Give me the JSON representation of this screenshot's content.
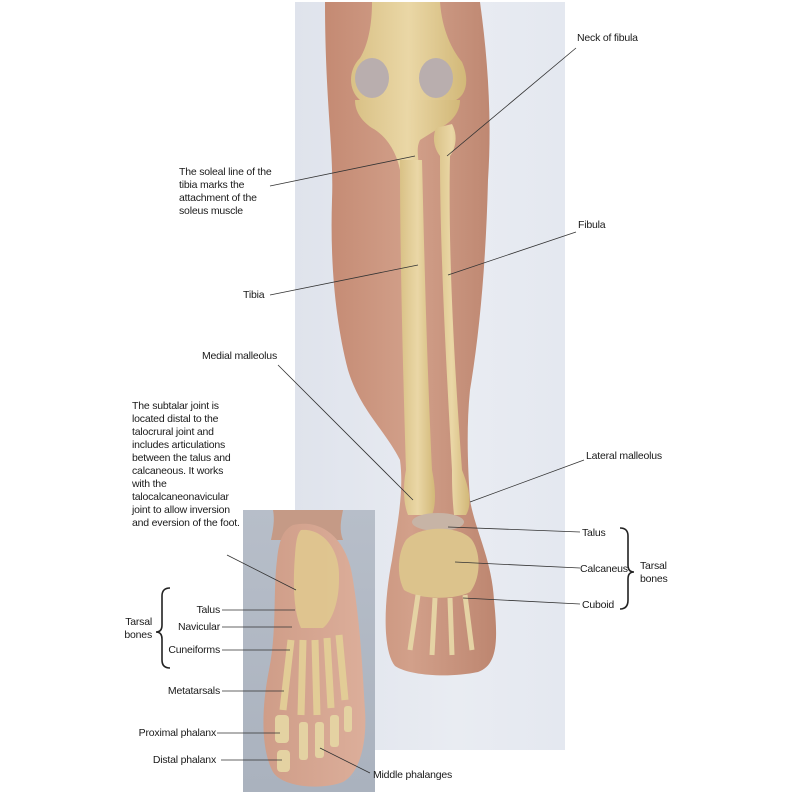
{
  "figure": {
    "panels": {
      "main": {
        "description": "posterior view of leg and ankle",
        "background": "#e6e9f0"
      },
      "inset": {
        "description": "plantar view of foot",
        "background": "#b2b9c5"
      }
    },
    "colors": {
      "bone": "#e3cf98",
      "bone_shade": "#c9b070",
      "skin": "#c9937c",
      "skin_light": "#dcb3a0",
      "cartilage": "#b8a8a8",
      "leader_line": "#333333",
      "text": "#1a1a1a"
    }
  },
  "labels": {
    "neck_of_fibula": "Neck of fibula",
    "soleal_line": "The soleal line of the tibia marks the attachment of the soleus muscle",
    "fibula": "Fibula",
    "tibia": "Tibia",
    "medial_malleolus": "Medial malleolus",
    "subtalar_note": "The subtalar joint is located distal to the talocrural joint and includes articulations between the talus and calcaneous. It works with the talocalcaneonavicular joint to allow inversion and eversion of the foot.",
    "lateral_malleolus": "Lateral malleolus",
    "talus_right": "Talus",
    "calcaneus": "Calcaneus",
    "cuboid": "Cuboid",
    "tarsal_bones_right": "Tarsal bones",
    "tarsal_bones_left": "Tarsal bones",
    "talus_left": "Talus",
    "navicular": "Navicular",
    "cuneiforms": "Cuneiforms",
    "metatarsals": "Metatarsals",
    "proximal_phalanx": "Proximal phalanx",
    "distal_phalanx": "Distal phalanx",
    "middle_phalanges": "Middle phalanges"
  }
}
